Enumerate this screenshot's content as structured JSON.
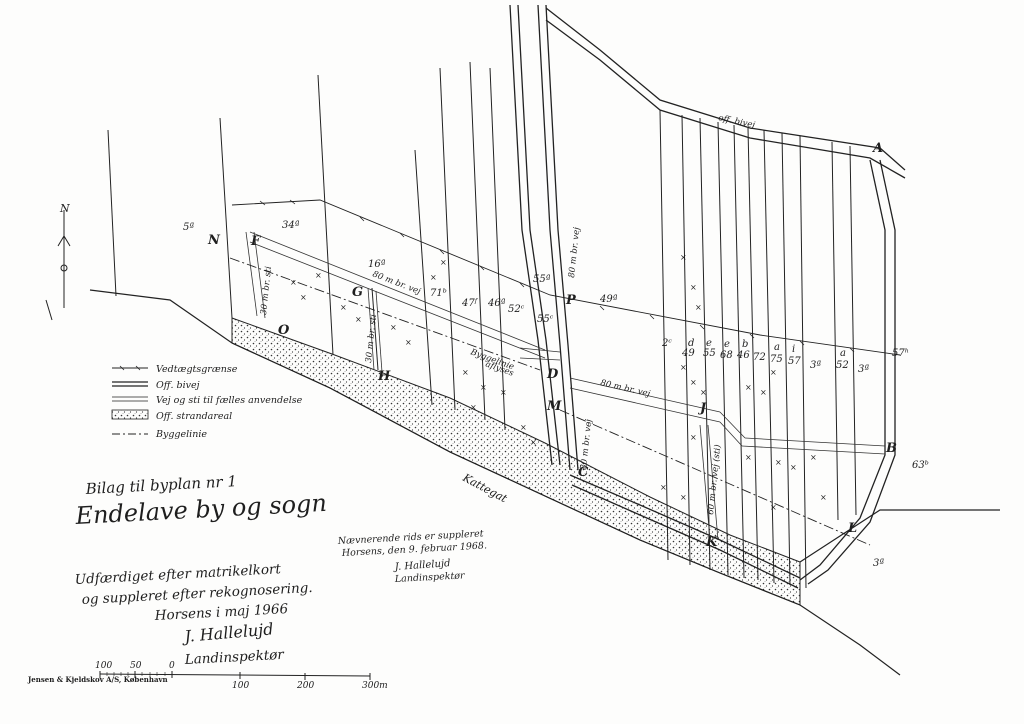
{
  "parcels": [
    "5ª",
    "34ª",
    "16ª",
    "71ᵇ",
    "47ᶠ",
    "46ª",
    "52ᶜ",
    "55ª",
    "55ᶜ",
    "49ª",
    "57ʰ",
    "2ᶜ",
    "49",
    "55",
    "68",
    "46",
    "72",
    "75",
    "57",
    "3ª",
    "52",
    "3ª",
    "63ᵇ",
    "3ª"
  ],
  "parcel_sub": [
    "d",
    "e",
    "e",
    "b",
    "a",
    "i",
    "a"
  ],
  "points": [
    "N",
    "F",
    "G",
    "O",
    "H",
    "P",
    "D",
    "M",
    "J",
    "C",
    "K",
    "A",
    "B",
    "L"
  ],
  "road_labels": {
    "bivej": "off. bivej",
    "sti30a": "30 m br. sti",
    "sti30b": "30 m br. sti",
    "vej80a": "80 m br. vej",
    "vej80b": "80 m br. vej",
    "vej80v1": "80 m br. vej",
    "vej80v2": "80 m br. vej",
    "vej60": "60 m br. vej (sti)",
    "byggelinie": "Byggelinie",
    "aflyses": "aflyses",
    "kattegat": "Kattegat"
  },
  "legend": [
    {
      "label": "Vedtægtsgrænse",
      "style": "fence"
    },
    {
      "label": "Off. bivej",
      "style": "double"
    },
    {
      "label": "Vej og sti til fælles anvendelse",
      "style": "thin-double"
    },
    {
      "label": "Off. strandareal",
      "style": "dotted-area"
    },
    {
      "label": "Byggelinie",
      "style": "dash-dot"
    }
  ],
  "title": {
    "line1": "Bilag til byplan nr 1",
    "line2": "Endelave by og sogn"
  },
  "made_note": {
    "line1": "Udfærdiget efter matrikelkort",
    "line2": "og suppleret efter rekognosering.",
    "line3": "Horsens i maj 1966",
    "signature": "J. Hallelujd",
    "role": "Landinspektør"
  },
  "update_note": {
    "line1": "Nævnerende rids er suppleret",
    "line2": "Horsens, den 9. februar 1968.",
    "signature": "J. Hallelujd",
    "role": "Landinspektør"
  },
  "scale": {
    "ticks": [
      "100",
      "50",
      "0",
      "100",
      "200",
      "300m"
    ]
  },
  "printer": "Jensen & Kjeldskov A/S, København",
  "north": "N"
}
